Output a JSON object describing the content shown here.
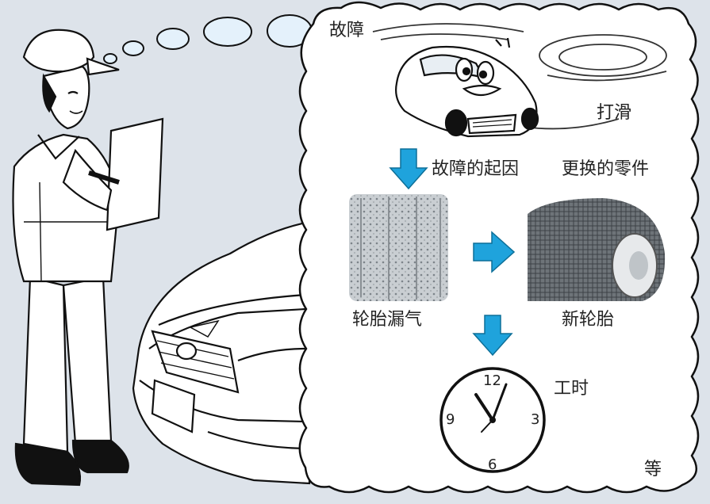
{
  "bubble": {
    "title": "故障",
    "symptom": "打滑",
    "cause_heading": "故障的起因",
    "replacement_heading": "更换的零件",
    "cause_item": "轮胎漏气",
    "replacement_item": "新轮胎",
    "labor": "工时",
    "etc": "等"
  },
  "clock": {
    "numbers": [
      "12",
      "3",
      "6",
      "9"
    ]
  },
  "colors": {
    "background": "#dde3ea",
    "bubble_fill": "#ffffff",
    "arrow": "#1fa3dc",
    "thought_dots": "#e4f1fb",
    "line": "#111111"
  }
}
